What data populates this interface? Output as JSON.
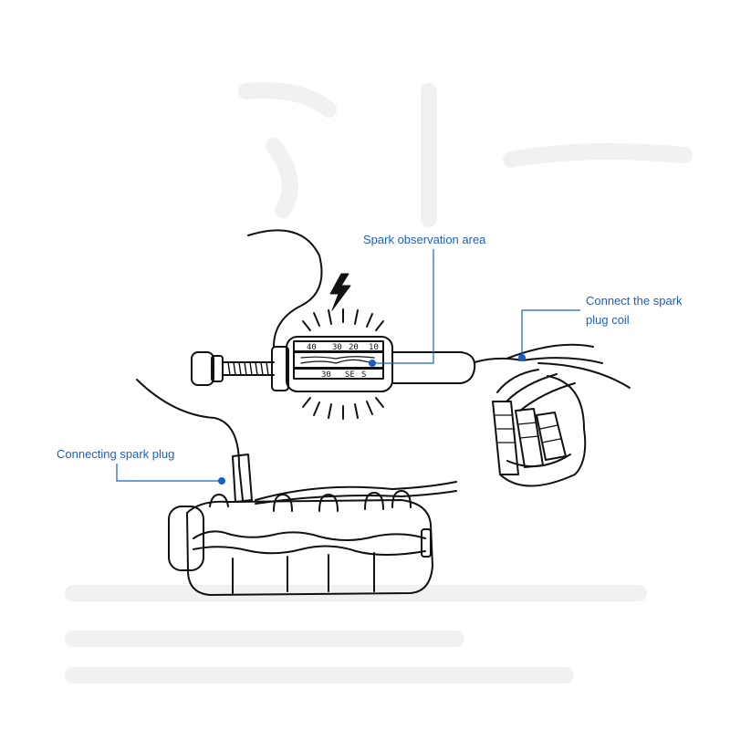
{
  "labels": {
    "spark_observation": "Spark observation area",
    "spark_plug_coil_line1": "Connect the spark",
    "spark_plug_coil_line2": "plug coil",
    "connecting_spark_plug": "Connecting spark plug"
  },
  "tester_scale": {
    "top_row": [
      "40",
      "30",
      "20",
      "10"
    ],
    "bottom_row": [
      "30",
      "SE",
      "S"
    ]
  },
  "colors": {
    "line": "#111111",
    "accent": "#1a5fc8"
  },
  "icons": [
    "lightning-bolt-icon"
  ]
}
